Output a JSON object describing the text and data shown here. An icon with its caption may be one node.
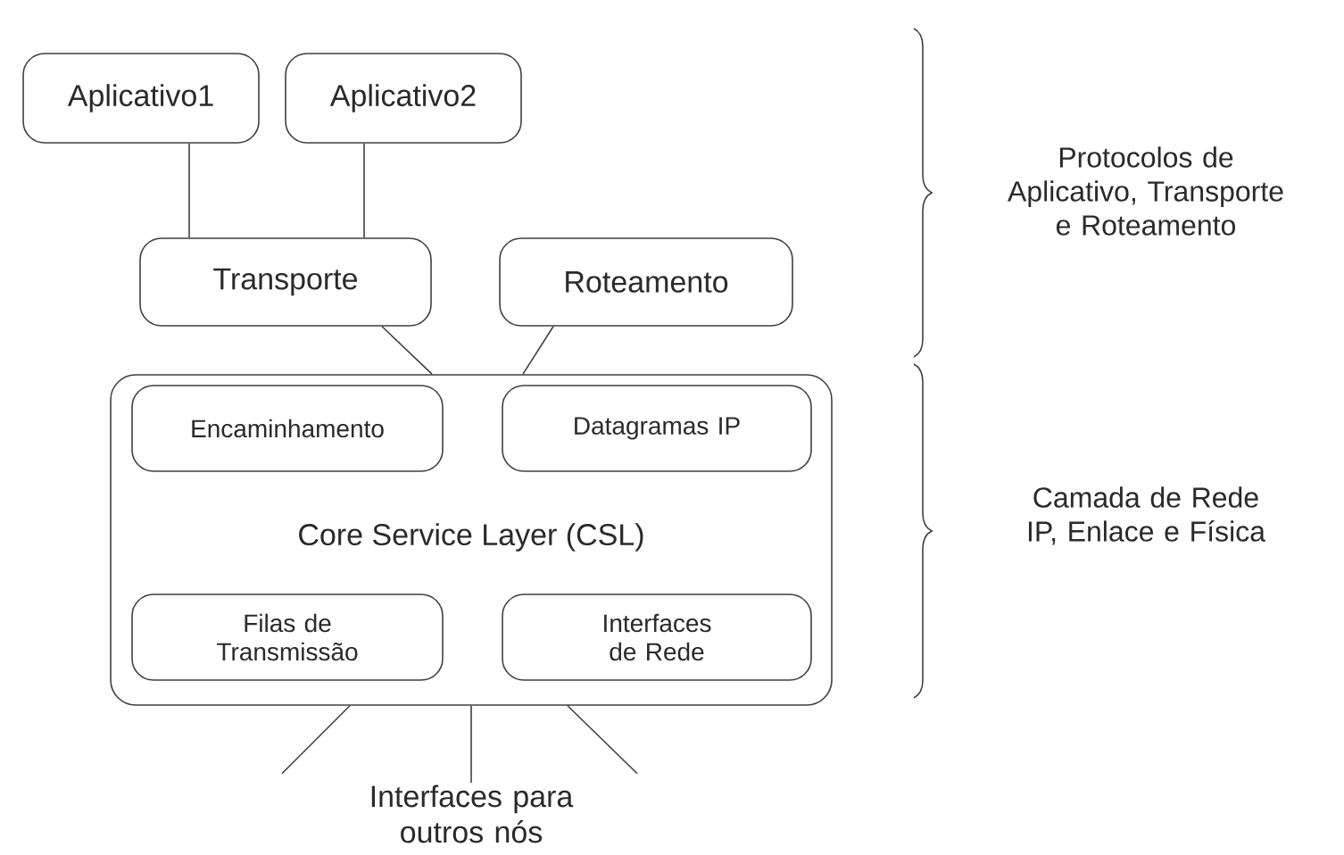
{
  "diagram": {
    "nodes": [
      {
        "text": [
          "Aplicativo1"
        ]
      },
      {
        "text": [
          "Aplicativo2"
        ]
      },
      {
        "text": [
          "Transporte"
        ]
      },
      {
        "text": [
          "Roteamento"
        ]
      },
      {
        "text": [
          "Core Service Layer (CSL)"
        ]
      },
      {
        "text": [
          "Encaminhamento"
        ],
        "in": 4
      },
      {
        "text": [
          "Datagramas IP"
        ],
        "in": 4
      },
      {
        "text": [
          "Filas de Transmissão"
        ],
        "in": 4
      },
      {
        "text": [
          "Interfaces de Rede"
        ],
        "in": 4
      },
      {
        "text": [
          "Interfaces para outros nós"
        ]
      }
    ],
    "edges": [
      {
        "from": 0,
        "to": 2,
        "arrow": "none"
      },
      {
        "from": 1,
        "to": 2,
        "arrow": "none"
      },
      {
        "from": 2,
        "to": 4,
        "arrow": "none"
      },
      {
        "from": 3,
        "to": 4,
        "arrow": "none"
      },
      {
        "from": 4,
        "to": null,
        "arrow": "none"
      },
      {
        "from": 4,
        "to": 9,
        "arrow": "none"
      },
      {
        "from": 4,
        "to": null,
        "arrow": "none"
      }
    ],
    "labels": [
      "Protocolos de Aplicativo, Transporte e Roteamento",
      "Camada de Rede IP, Enlace e Física"
    ]
  }
}
